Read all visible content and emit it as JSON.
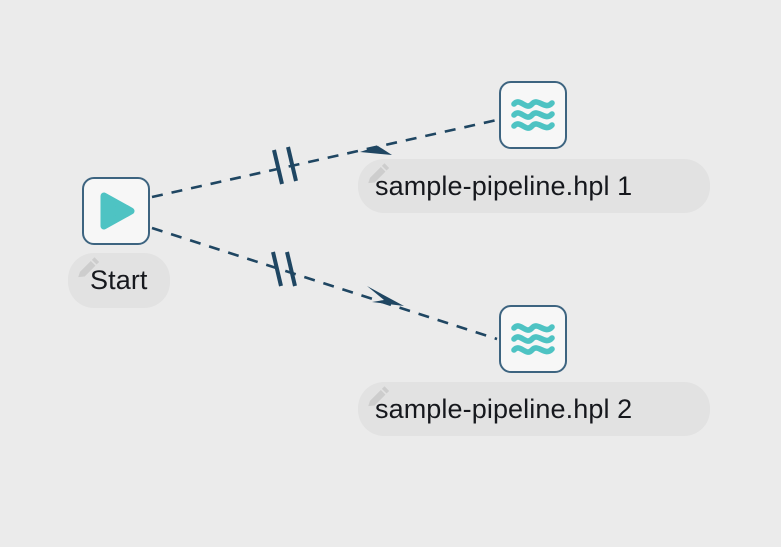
{
  "canvas": {
    "background_color": "#ebebeb",
    "accent_color": "#4ec3c3",
    "node_border_color": "#3d6480",
    "edge_color": "#1f4662",
    "label_pill_color": "#e2e2e2",
    "text_color": "#16181d"
  },
  "nodes": [
    {
      "id": "start",
      "label": "Start",
      "icon": "play-icon",
      "edit_icon": "pencil-icon"
    },
    {
      "id": "pipeline-1",
      "label": "sample-pipeline.hpl 1",
      "icon": "pipeline-waves-icon",
      "edit_icon": "pencil-icon"
    },
    {
      "id": "pipeline-2",
      "label": "sample-pipeline.hpl 2",
      "icon": "pipeline-waves-icon",
      "edit_icon": "pencil-icon"
    }
  ],
  "edges": [
    {
      "id": "hop-start-to-pipeline-1",
      "from": "start",
      "to": "pipeline-1",
      "style": "dashed",
      "marker": "arrowhead",
      "hop_symbol": "parallel-bars"
    },
    {
      "id": "hop-start-to-pipeline-2",
      "from": "start",
      "to": "pipeline-2",
      "style": "dashed",
      "marker": "arrowhead",
      "hop_symbol": "parallel-bars"
    }
  ]
}
